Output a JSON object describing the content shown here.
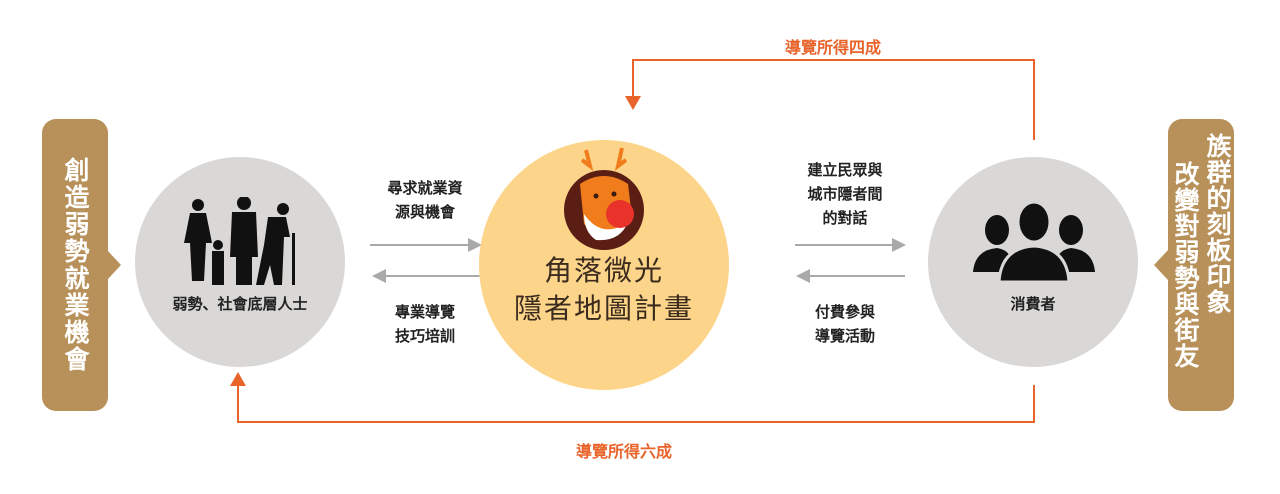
{
  "left_banner": {
    "text": "創造弱勢就業機會"
  },
  "right_banner": {
    "col1": "改變對弱勢與街友",
    "col2": "族群的刻板印象"
  },
  "left_node": {
    "label": "弱勢、社會底層人士",
    "icon": "people-silhouette-icon"
  },
  "center_node": {
    "line1": "角落微光",
    "line2": "隱者地圖計畫",
    "icon": "deer-logo-icon"
  },
  "right_node": {
    "label": "消費者",
    "icon": "group-users-icon"
  },
  "flows": {
    "left_to_center": {
      "line1": "尋求就業資",
      "line2": "源與機會"
    },
    "center_to_left": {
      "line1": "專業導覽",
      "line2": "技巧培訓"
    },
    "center_to_right": {
      "line1": "建立民眾與",
      "line2": "城市隱者間",
      "line3": "的對話"
    },
    "right_to_center": {
      "line1": "付費參與",
      "line2": "導覽活動"
    },
    "top_loop": "導覽所得四成",
    "bottom_loop": "導覽所得六成"
  },
  "colors": {
    "banner": "#b8915a",
    "orange": "#e8642a",
    "center": "#fcd58a",
    "node": "#d9d8d6",
    "arrow": "#a9a9a9"
  }
}
